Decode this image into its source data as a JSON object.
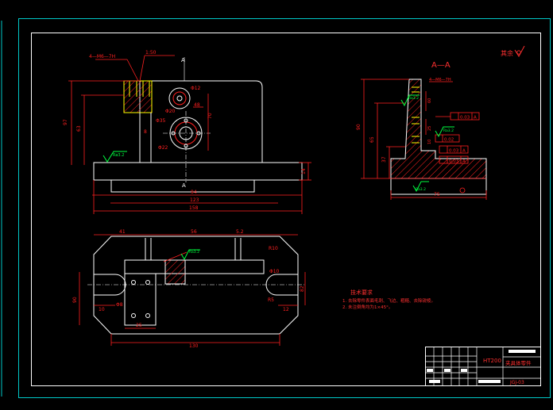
{
  "section_label": "A—A",
  "surface_note": "其余",
  "front_view": {
    "thread_callout": "4—M6—7H",
    "top_callout": "1:50",
    "dims": {
      "left_height": "97",
      "inner_height": "63",
      "hole_top": "Φ12",
      "hole_top_chamfer": "48",
      "hole_top_small": "Φ20",
      "hole_right": "70",
      "bore": "Φ35",
      "bore_small": "Φ22",
      "center_offset": "8",
      "width_inner": "94",
      "width_mid": "123",
      "width_total": "158",
      "base_height": "14"
    },
    "roughness": "Ra3.2",
    "section_mark": "A"
  },
  "section_view": {
    "thread_note": "4—M6—7H",
    "roughness_1": "Ra3.2",
    "roughness_2": "Ra3.2",
    "roughness_base": "Ra3.2",
    "dims": {
      "height_total": "90",
      "height_mid": "65",
      "height_low": "37",
      "width": "75",
      "d1": "60",
      "d2": "25",
      "d3": "10"
    },
    "tolerances": [
      "0.03",
      "0.02",
      "0.03",
      "0.03"
    ],
    "datum": "A"
  },
  "top_view": {
    "dims": {
      "left_offset": "41",
      "mid_width": "56",
      "right_small": "5.2",
      "slot_r": "R10",
      "height": "90",
      "height_right": "82",
      "slot_left": "10",
      "slot_right": "12",
      "hole_dia": "Φ10",
      "hole_left": "Φ8",
      "small_w": "25",
      "total": "130",
      "r_right": "R5"
    },
    "roughness": "Ra3.2"
  },
  "tech_requirements": {
    "title": "技术要求",
    "items": [
      "1. 去除零件表面毛刺、飞边、粗糙、去除锐棱。",
      "2. 未注倒角均为1×45°。"
    ]
  },
  "title_block": {
    "material": "HT200",
    "name": "夹具体零件",
    "drawing_no": "JGJ-03"
  },
  "colors": {
    "outline": "#ffffff",
    "frame": "#00c8c8",
    "dimension": "#ff2020",
    "thread": "#ffff00",
    "symbol": "#00ff40",
    "text_red": "#ff3030"
  }
}
